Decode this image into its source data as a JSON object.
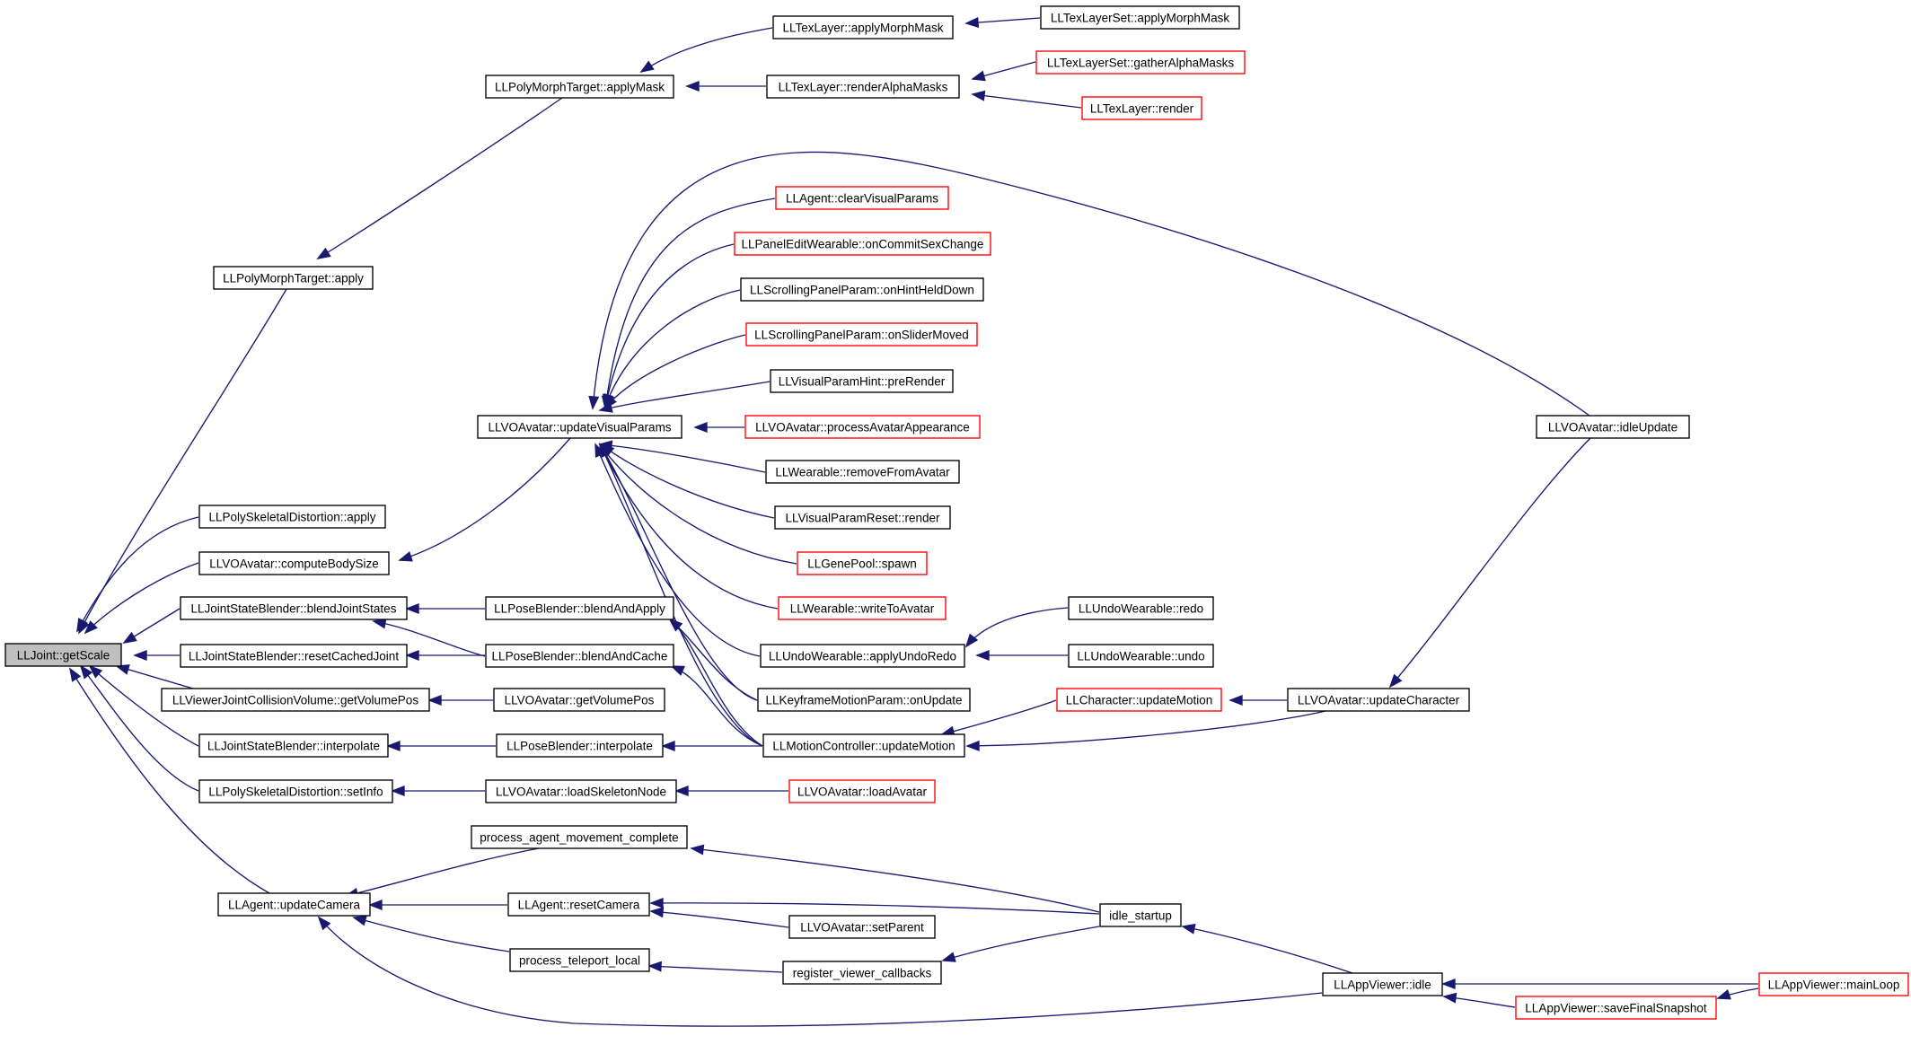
{
  "colors": {
    "edge": "#191970",
    "node_border": "#000000",
    "truncated_node_border": "#ff0000",
    "root_fill": "#bfbfbf",
    "node_fill": "#ffffff"
  },
  "nodes": {
    "n0": "LLJoint::getScale",
    "n1": "LLPolyMorphTarget::apply",
    "n2": "LLPolyMorphTarget::applyMask",
    "n3": "LLTexLayer::applyMorphMask",
    "n4": "LLTexLayerSet::applyMorphMask",
    "n5": "LLTexLayer::renderAlphaMasks",
    "n6": "LLTexLayerSet::gatherAlphaMasks",
    "n7": "LLTexLayer::render",
    "n8": "LLPolySkeletalDistortion::apply",
    "n9": "LLVOAvatar::computeBodySize",
    "n10": "LLVOAvatar::updateVisualParams",
    "n11": "LLAgent::clearVisualParams",
    "n12": "LLPanelEditWearable::onCommitSexChange",
    "n13": "LLScrollingPanelParam::onHintHeldDown",
    "n14": "LLScrollingPanelParam::onSliderMoved",
    "n15": "LLVisualParamHint::preRender",
    "n16": "LLVOAvatar::processAvatarAppearance",
    "n17": "LLWearable::removeFromAvatar",
    "n18": "LLVisualParamReset::render",
    "n19": "LLGenePool::spawn",
    "n20": "LLWearable::writeToAvatar",
    "n21": "LLUndoWearable::applyUndoRedo",
    "n22": "LLUndoWearable::redo",
    "n23": "LLUndoWearable::undo",
    "n24": "LLKeyframeMotionParam::onUpdate",
    "n25": "LLMotionController::updateMotion",
    "n26": "LLCharacter::updateMotion",
    "n27": "LLVOAvatar::updateCharacter",
    "n28": "LLVOAvatar::idleUpdate",
    "n29": "LLJointStateBlender::blendJointStates",
    "n30": "LLPoseBlender::blendAndApply",
    "n31": "LLJointStateBlender::resetCachedJoint",
    "n32": "LLPoseBlender::blendAndCache",
    "n33": "LLViewerJointCollisionVolume::getVolumePos",
    "n34": "LLVOAvatar::getVolumePos",
    "n35": "LLJointStateBlender::interpolate",
    "n36": "LLPoseBlender::interpolate",
    "n37": "LLPolySkeletalDistortion::setInfo",
    "n38": "LLVOAvatar::loadSkeletonNode",
    "n39": "LLVOAvatar::loadAvatar",
    "n40": "LLAgent::updateCamera",
    "n41": "process_agent_movement_complete",
    "n42": "LLAgent::resetCamera",
    "n43": "LLVOAvatar::setParent",
    "n44": "process_teleport_local",
    "n45": "register_viewer_callbacks",
    "n46": "idle_startup",
    "n47": "LLAppViewer::idle",
    "n48": "LLAppViewer::saveFinalSnapshot",
    "n49": "LLAppViewer::mainLoop"
  }
}
